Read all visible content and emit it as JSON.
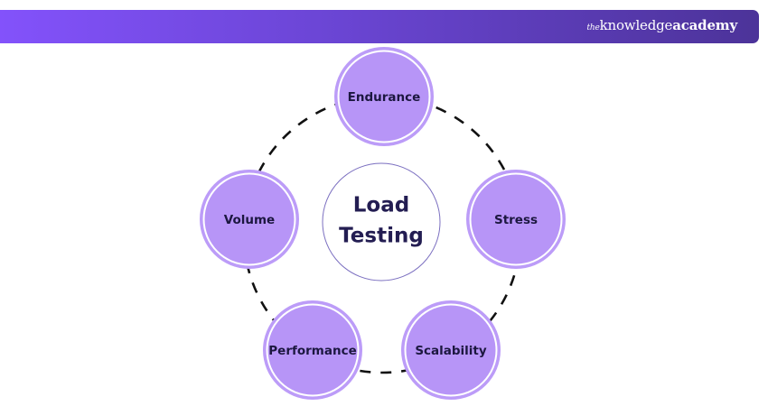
{
  "header": {
    "brand_prefix": "the",
    "brand_main": "knowledge",
    "brand_bold": "academy"
  },
  "diagram": {
    "center": {
      "line1": "Load",
      "line2": "Testing"
    },
    "nodes": [
      {
        "id": "endurance",
        "label": "Endurance"
      },
      {
        "id": "stress",
        "label": "Stress"
      },
      {
        "id": "scalability",
        "label": "Scalability"
      },
      {
        "id": "performance",
        "label": "Performance"
      },
      {
        "id": "volume",
        "label": "Volume"
      }
    ]
  },
  "colors": {
    "node_fill": "#b795f7",
    "node_ring": "#bc9cf8",
    "node_text": "#1c1740",
    "center_stroke": "#7b6fc0",
    "center_text": "#231d52",
    "dash": "#111111"
  }
}
